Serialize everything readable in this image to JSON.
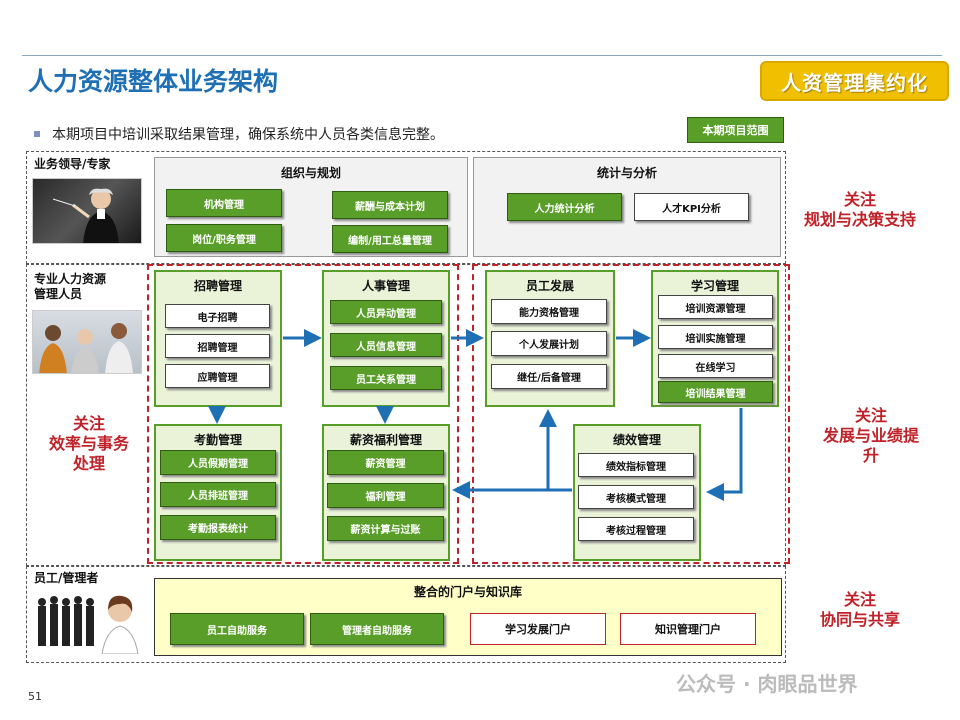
{
  "header": {
    "title": "人力资源整体业务架构",
    "brand": "人资管理集约化"
  },
  "bullet": "本期项目中培训采取结果管理，确保系统中人员各类信息完整。",
  "scope_label": "本期项目范围",
  "rows": {
    "leaders": "业务领导/专家",
    "hr_pro": "专业人力资源\n管理人员",
    "employees": "员工/管理者"
  },
  "planning": {
    "title": "组织与规划",
    "items": [
      "机构管理",
      "薪酬与成本计划",
      "岗位/职务管理",
      "编制/用工总量管理"
    ]
  },
  "stats": {
    "title": "统计与分析",
    "items": [
      "人力统计分析",
      "人才KPI分析"
    ]
  },
  "recruit": {
    "title": "招聘管理",
    "items": [
      "电子招聘",
      "招聘管理",
      "应聘管理"
    ]
  },
  "personnel": {
    "title": "人事管理",
    "items": [
      "人员异动管理",
      "人员信息管理",
      "员工关系管理"
    ]
  },
  "attendance": {
    "title": "考勤管理",
    "items": [
      "人员假期管理",
      "人员排班管理",
      "考勤报表统计"
    ]
  },
  "payroll": {
    "title": "薪资福利管理",
    "items": [
      "薪资管理",
      "福利管理",
      "薪资计算与过账"
    ]
  },
  "develop": {
    "title": "员工发展",
    "items": [
      "能力资格管理",
      "个人发展计划",
      "继任/后备管理"
    ]
  },
  "learning": {
    "title": "学习管理",
    "items": [
      "培训资源管理",
      "培训实施管理",
      "在线学习",
      "培训结果管理"
    ]
  },
  "performance": {
    "title": "绩效管理",
    "items": [
      "绩效指标管理",
      "考核模式管理",
      "考核过程管理"
    ]
  },
  "portal": {
    "title": "整合的门户与知识库",
    "items": [
      "员工自助服务",
      "管理者自助服务",
      "学习发展门户",
      "知识管理门户"
    ]
  },
  "focus": {
    "planning": "关注\n规划与决策支持",
    "efficiency": "关注\n效率与事务\n处理",
    "development": "关注\n发展与业绩提\n升",
    "collab": "关注\n协同与共享"
  },
  "page_number": "51",
  "watermark": "公众号 · 肉眼品世界",
  "colors": {
    "title_blue": "#1f6fb5",
    "green": "#5a9e2a",
    "red": "#c0222a",
    "gold": "#f0c000",
    "arrow_blue": "#1f6fb5"
  }
}
